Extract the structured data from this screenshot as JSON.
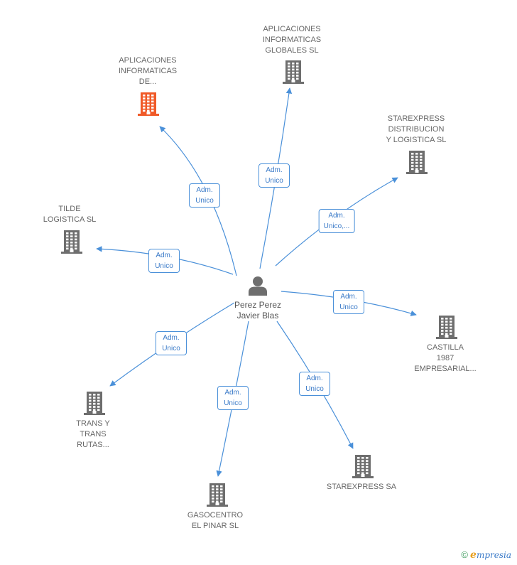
{
  "center": {
    "name": "Perez Perez\nJavier Blas",
    "icon": "person-icon"
  },
  "colors": {
    "edge": "#4a90d9",
    "building": "#6e6e6e",
    "building_highlight": "#f05a28",
    "person": "#6e6e6e"
  },
  "nodes": [
    {
      "id": "aplicaciones-de",
      "label": "APLICACIONES\nINFORMATICAS\nDE...",
      "highlight": true,
      "relation": "Adm.\nUnico"
    },
    {
      "id": "aplicaciones-globales",
      "label": "APLICACIONES\nINFORMATICAS\nGLOBALES SL",
      "highlight": false,
      "relation": "Adm.\nUnico"
    },
    {
      "id": "starexpress-distribucion",
      "label": "STAREXPRESS\nDISTRIBUCION\nY LOGISTICA SL",
      "highlight": false,
      "relation": "Adm.\nUnico,..."
    },
    {
      "id": "tilde",
      "label": "TILDE\nLOGISTICA SL",
      "highlight": false,
      "relation": "Adm.\nUnico"
    },
    {
      "id": "castilla",
      "label": "CASTILLA\n1987\nEMPRESARIAL...",
      "highlight": false,
      "relation": "Adm.\nUnico"
    },
    {
      "id": "trans",
      "label": "TRANS Y\nTRANS\nRUTAS...",
      "highlight": false,
      "relation": "Adm.\nUnico"
    },
    {
      "id": "starexpress-sa",
      "label": "STAREXPRESS SA",
      "highlight": false,
      "relation": "Adm.\nUnico"
    },
    {
      "id": "gasocentro",
      "label": "GASOCENTRO\nEL PINAR SL",
      "highlight": false,
      "relation": "Adm.\nUnico"
    }
  ],
  "brand": {
    "copyright": "©",
    "initial": "e",
    "rest": "mpresia"
  }
}
